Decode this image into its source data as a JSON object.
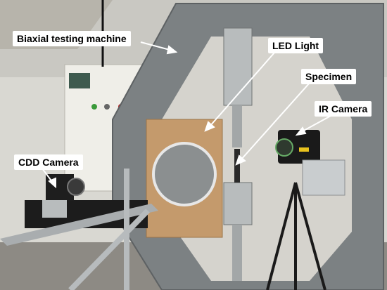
{
  "labels": {
    "biaxial_testing_machine": "Biaxial testing machine",
    "led_light": "LED Light",
    "specimen": "Specimen",
    "ir_camera": "IR Camera",
    "cdd_camera": "CDD Camera"
  },
  "colors": {
    "label_background": "#ffffff",
    "label_text": "#000000",
    "arrow": "#ffffff",
    "frame_metal": "#7a7f80",
    "led_board": "#c49a6c",
    "wall": "#dcdcd6"
  }
}
